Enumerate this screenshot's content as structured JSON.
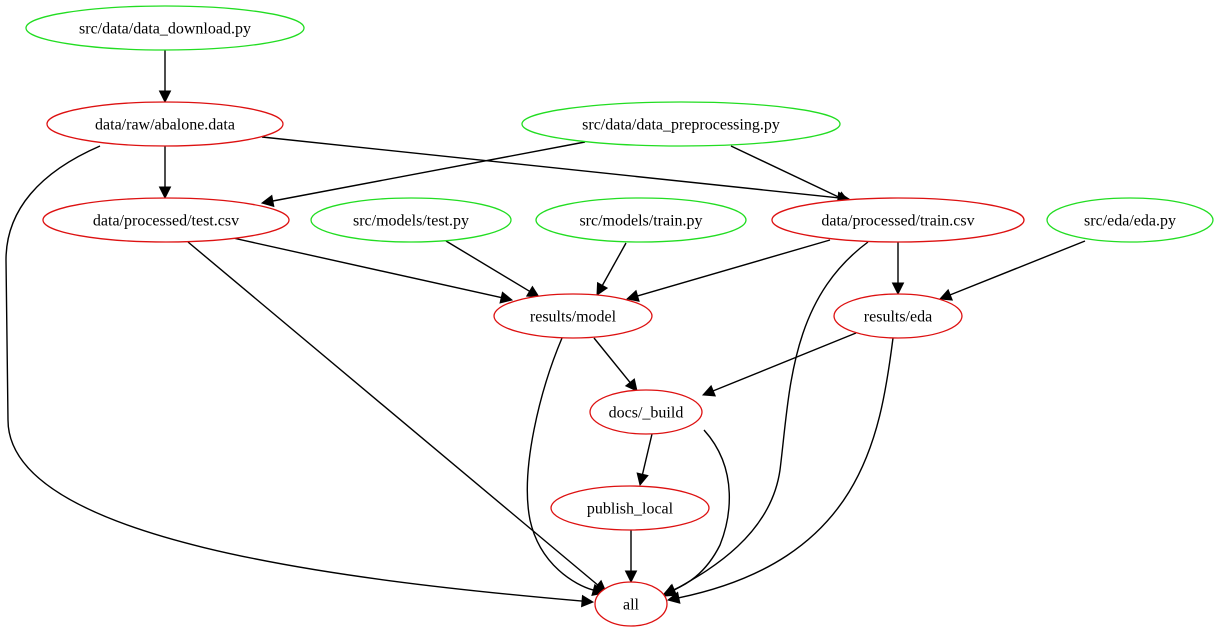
{
  "colors": {
    "source_stroke": "#22dd22",
    "target_stroke": "#dd1111",
    "edge": "#000000"
  },
  "nodes": [
    {
      "id": "download_py",
      "label": "src/data/data_download.py",
      "kind": "source"
    },
    {
      "id": "abalone_data",
      "label": "data/raw/abalone.data",
      "kind": "target"
    },
    {
      "id": "preprocessing_py",
      "label": "src/data/data_preprocessing.py",
      "kind": "source"
    },
    {
      "id": "test_csv",
      "label": "data/processed/test.csv",
      "kind": "target"
    },
    {
      "id": "test_py",
      "label": "src/models/test.py",
      "kind": "source"
    },
    {
      "id": "train_py",
      "label": "src/models/train.py",
      "kind": "source"
    },
    {
      "id": "train_csv",
      "label": "data/processed/train.csv",
      "kind": "target"
    },
    {
      "id": "eda_py",
      "label": "src/eda/eda.py",
      "kind": "source"
    },
    {
      "id": "results_model",
      "label": "results/model",
      "kind": "target"
    },
    {
      "id": "results_eda",
      "label": "results/eda",
      "kind": "target"
    },
    {
      "id": "docs_build",
      "label": "docs/_build",
      "kind": "target"
    },
    {
      "id": "publish_local",
      "label": "publish_local",
      "kind": "target"
    },
    {
      "id": "all",
      "label": "all",
      "kind": "target"
    }
  ],
  "edges": [
    {
      "from": "download_py",
      "to": "abalone_data"
    },
    {
      "from": "abalone_data",
      "to": "test_csv"
    },
    {
      "from": "abalone_data",
      "to": "train_csv"
    },
    {
      "from": "abalone_data",
      "to": "all"
    },
    {
      "from": "preprocessing_py",
      "to": "test_csv"
    },
    {
      "from": "preprocessing_py",
      "to": "train_csv"
    },
    {
      "from": "test_csv",
      "to": "results_model"
    },
    {
      "from": "test_csv",
      "to": "all"
    },
    {
      "from": "test_py",
      "to": "results_model"
    },
    {
      "from": "train_py",
      "to": "results_model"
    },
    {
      "from": "train_csv",
      "to": "results_model"
    },
    {
      "from": "train_csv",
      "to": "results_eda"
    },
    {
      "from": "train_csv",
      "to": "all"
    },
    {
      "from": "eda_py",
      "to": "results_eda"
    },
    {
      "from": "results_model",
      "to": "docs_build"
    },
    {
      "from": "results_model",
      "to": "all"
    },
    {
      "from": "results_eda",
      "to": "docs_build"
    },
    {
      "from": "results_eda",
      "to": "all"
    },
    {
      "from": "docs_build",
      "to": "publish_local"
    },
    {
      "from": "docs_build",
      "to": "all"
    },
    {
      "from": "publish_local",
      "to": "all"
    }
  ]
}
